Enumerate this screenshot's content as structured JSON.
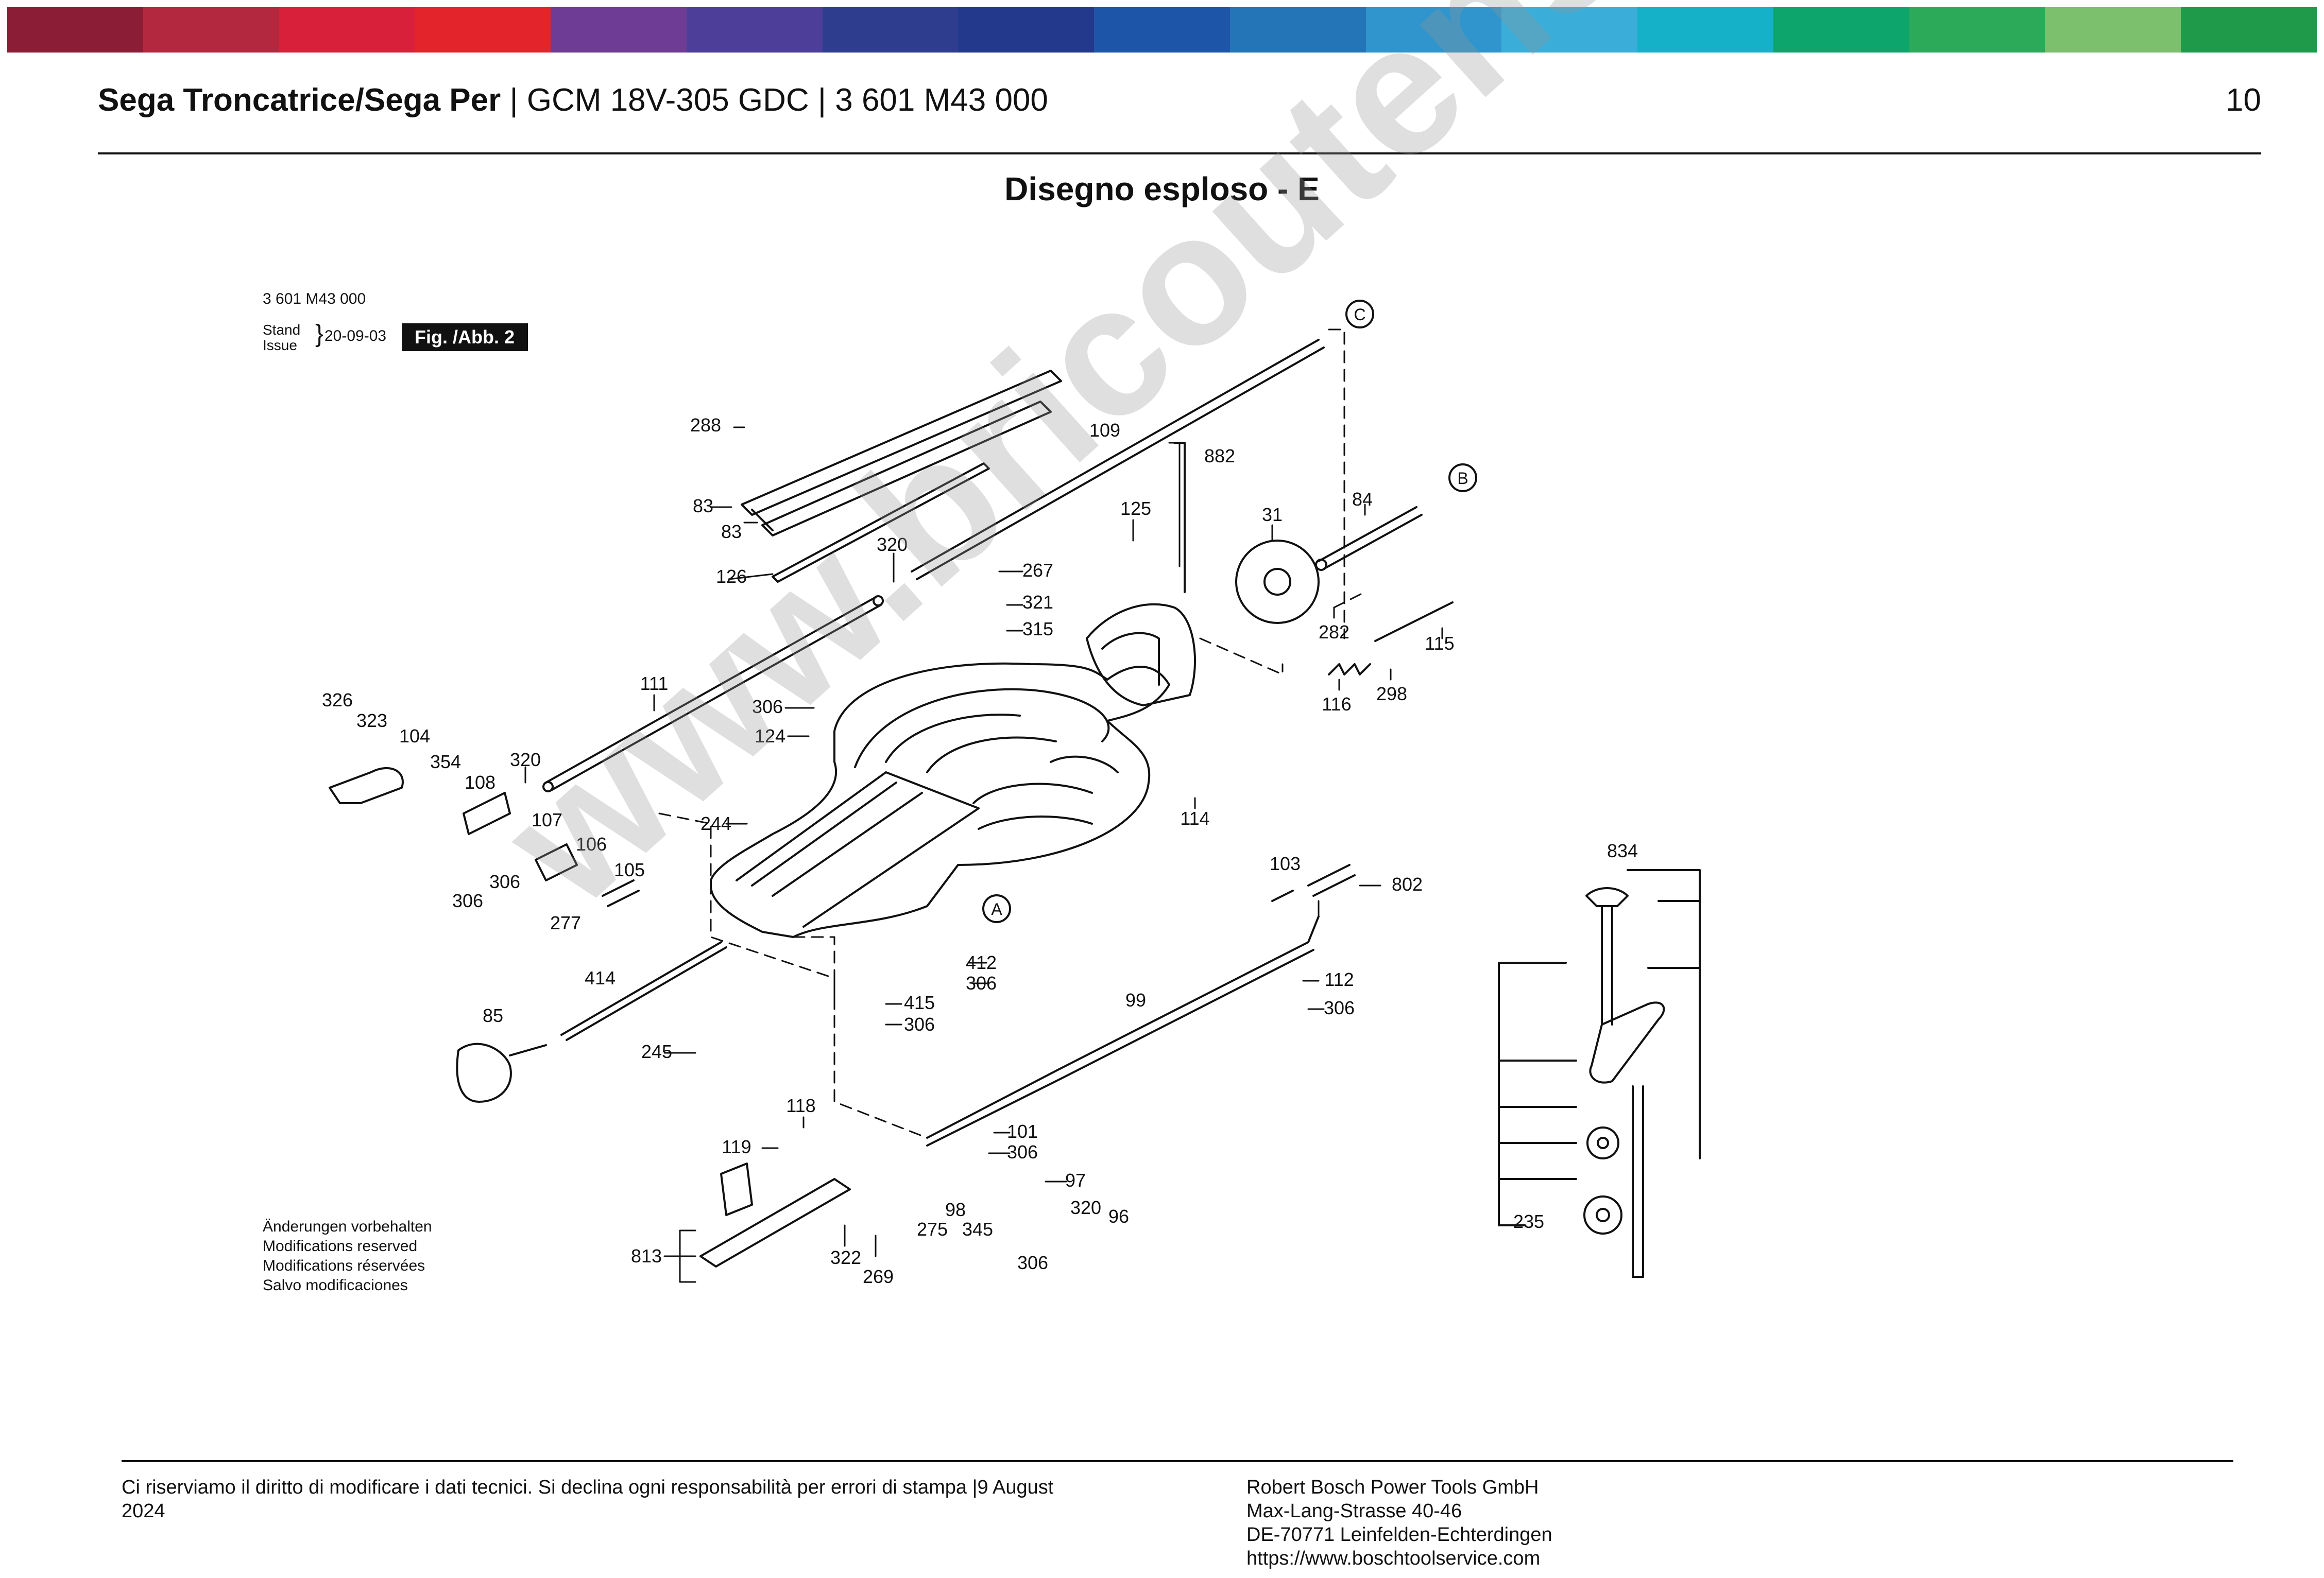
{
  "header": {
    "title_bold": "Sega Troncatrice/Sega Per",
    "title_rest": " | GCM 18V-305 GDC | 3 601 M43 000",
    "page_number": "10"
  },
  "section_title": "Disegno esploso - E",
  "color_bar": [
    "#8c1d36",
    "#b3283f",
    "#d8203a",
    "#e3242b",
    "#6e3c94",
    "#4d3f99",
    "#2f3d8f",
    "#233a8c",
    "#1d56a8",
    "#2474b8",
    "#2f95cc",
    "#3aaed8",
    "#14b1c9",
    "#0ea56d",
    "#2caa59",
    "#7cbf6c",
    "#1f9a4a"
  ],
  "drawing": {
    "part_no": "3 601 M43 000",
    "stand_label": "Stand",
    "issue_label": "Issue",
    "date": "20-09-03",
    "fig_label": "Fig. /Abb. 2",
    "disclaimer": [
      "Änderungen vorbehalten",
      "Modifications reserved",
      "Modifications réservées",
      "Salvo modificaciones"
    ],
    "callouts": {
      "c": "C",
      "b": "B",
      "a": "A"
    },
    "labels": {
      "p288": "288",
      "p83a": "83",
      "p83b": "83",
      "p126": "126",
      "p320a": "320",
      "p109": "109",
      "p882": "882",
      "p125": "125",
      "p267": "267",
      "p321": "321",
      "p315": "315",
      "p31": "31",
      "p84": "84",
      "p282": "282",
      "p115": "115",
      "p116": "116",
      "p298": "298",
      "p111": "111",
      "p306a": "306",
      "p124": "124",
      "p326": "326",
      "p323": "323",
      "p104": "104",
      "p354": "354",
      "p108": "108",
      "p320b": "320",
      "p244": "244",
      "p114": "114",
      "p107": "107",
      "p106": "106",
      "p105": "105",
      "p306b": "306",
      "p306c": "306",
      "p277": "277",
      "p103": "103",
      "p802": "802",
      "p834": "834",
      "p412": "412",
      "p306d": "306",
      "p414": "414",
      "p85": "85",
      "p415": "415",
      "p306e": "306",
      "p99": "99",
      "p112": "112",
      "p306f": "306",
      "p245": "245",
      "p118": "118",
      "p119": "119",
      "p101": "101",
      "p306g": "306",
      "p97": "97",
      "p813": "813",
      "p98": "98",
      "p275": "275",
      "p345": "345",
      "p320c": "320",
      "p96": "96",
      "p306h": "306",
      "p322": "322",
      "p269": "269",
      "p235": "235"
    }
  },
  "watermark": "www.bricoutensili.com",
  "footer": {
    "disclaimer_line1": "Ci riserviamo il diritto di modificare i dati tecnici. Si declina ogni responsabilità per errori di stampa |9 August",
    "disclaimer_line2": "2024",
    "company": "Robert Bosch Power Tools GmbH",
    "street": "Max-Lang-Strasse 40-46",
    "city": "DE-70771 Leinfelden-Echterdingen",
    "url": "https://www.boschtoolservice.com"
  }
}
